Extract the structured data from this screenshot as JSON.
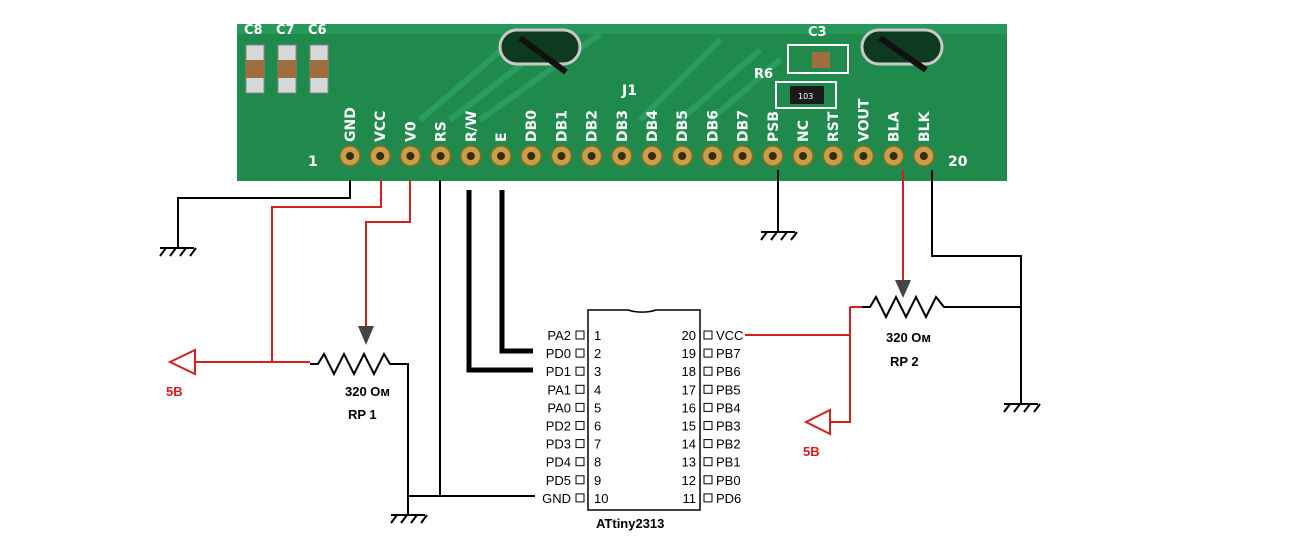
{
  "pcb": {
    "connector_name": "J1",
    "pin_first": "1",
    "pin_last": "20",
    "pins": [
      "GND",
      "VCC",
      "V0",
      "RS",
      "R/W",
      "E",
      "DB0",
      "DB1",
      "DB2",
      "DB3",
      "DB4",
      "DB5",
      "DB6",
      "DB7",
      "PSB",
      "NC",
      "RST",
      "VOUT",
      "BLA",
      "BLK"
    ],
    "components": [
      "C8",
      "C7",
      "C6",
      "C3",
      "R6"
    ],
    "resistor_marking": "103",
    "board_color": "#1f8a4c"
  },
  "chip": {
    "name": "ATtiny2313",
    "left_pins": [
      {
        "num": "1",
        "name": "PA2"
      },
      {
        "num": "2",
        "name": "PD0"
      },
      {
        "num": "3",
        "name": "PD1"
      },
      {
        "num": "4",
        "name": "PA1"
      },
      {
        "num": "5",
        "name": "PA0"
      },
      {
        "num": "6",
        "name": "PD2"
      },
      {
        "num": "7",
        "name": "PD3"
      },
      {
        "num": "8",
        "name": "PD4"
      },
      {
        "num": "9",
        "name": "PD5"
      },
      {
        "num": "10",
        "name": "GND"
      }
    ],
    "right_pins": [
      {
        "num": "20",
        "name": "VCC"
      },
      {
        "num": "19",
        "name": "PB7"
      },
      {
        "num": "18",
        "name": "PB6"
      },
      {
        "num": "17",
        "name": "PB5"
      },
      {
        "num": "16",
        "name": "PB4"
      },
      {
        "num": "15",
        "name": "PB3"
      },
      {
        "num": "14",
        "name": "PB2"
      },
      {
        "num": "13",
        "name": "PB1"
      },
      {
        "num": "12",
        "name": "PB0"
      },
      {
        "num": "11",
        "name": "PD6"
      }
    ]
  },
  "rp1": {
    "value": "320 Ом",
    "name": "RP 1"
  },
  "rp2": {
    "value": "320 Ом",
    "name": "RP 2"
  },
  "supply_left": "5В",
  "supply_right": "5В",
  "colors": {
    "power": "#d42020",
    "wire": "#000000"
  }
}
